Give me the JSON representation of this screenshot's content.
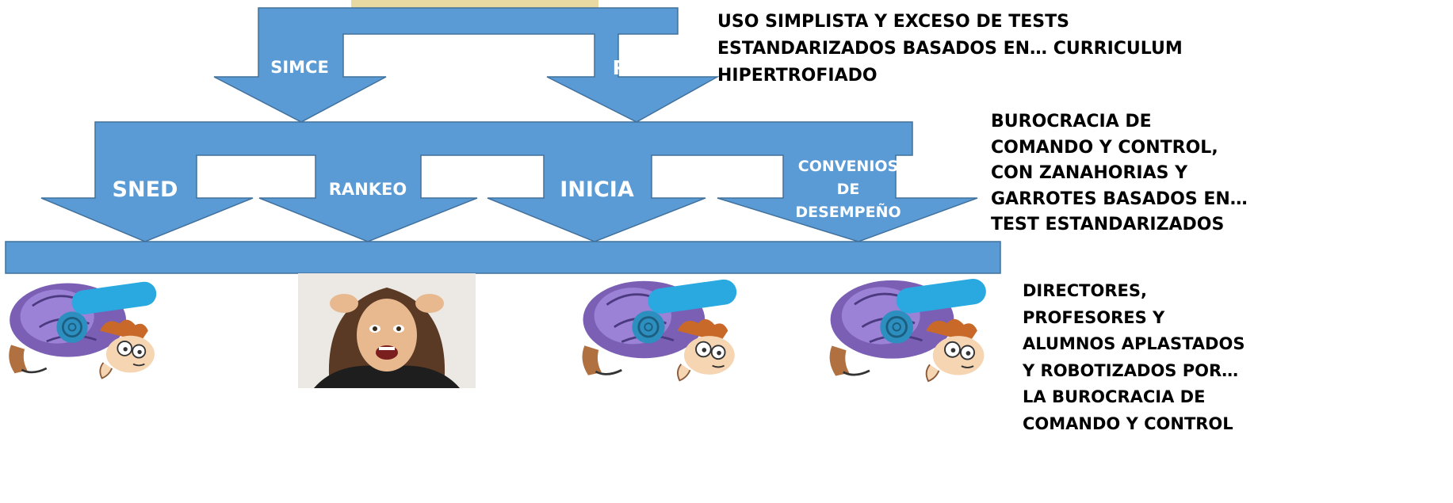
{
  "colors": {
    "arrow_fill": "#5B9BD5",
    "arrow_stroke": "#41719C",
    "label_text": "#FFFFFF",
    "side_text": "#000000",
    "top_shape": "#E8D9A3"
  },
  "level1": {
    "arrows": [
      {
        "label": "SIMCE"
      },
      {
        "label": "PSU"
      }
    ]
  },
  "level2": {
    "arrows": [
      {
        "label": "SNED"
      },
      {
        "label": "RANKEO"
      },
      {
        "label": "INICIA"
      },
      {
        "label_lines": [
          "CONVENIOS",
          "DE",
          "DESEMPEÑO"
        ]
      }
    ]
  },
  "side_notes": {
    "note1": [
      "USO SIMPLISTA Y EXCESO DE TESTS",
      "ESTANDARIZADOS BASADOS EN… CURRICULUM",
      "HIPERTROFIADO"
    ],
    "note2": [
      "BUROCRACIA DE",
      "COMANDO Y CONTROL,",
      "CON ZANAHORIAS Y",
      "GARROTES BASADOS EN…",
      "TEST ESTANDARIZADOS"
    ],
    "note3": [
      "DIRECTORES,",
      "PROFESORES Y",
      "ALUMNOS APLASTADOS",
      "Y ROBOTIZADOS POR…",
      "LA BUROCRACIA DE",
      "COMANDO Y CONTROL"
    ]
  },
  "images": [
    {
      "icon": "crushed-student-cartoon-icon"
    },
    {
      "icon": "stressed-woman-photo-icon"
    },
    {
      "icon": "crushed-student-cartoon-icon"
    },
    {
      "icon": "crushed-student-cartoon-icon"
    }
  ]
}
